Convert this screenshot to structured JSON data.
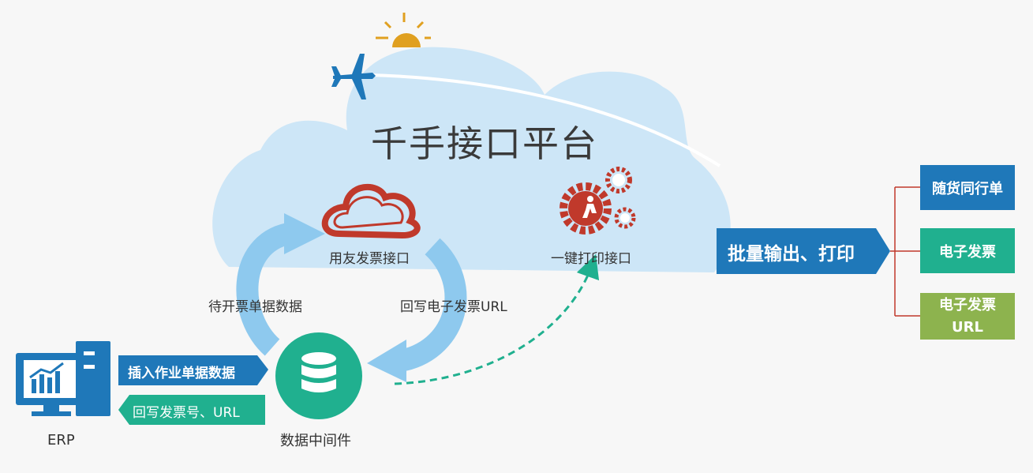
{
  "title": "千手接口平台",
  "nodes": {
    "yonyou": "用友发票接口",
    "print": "一键打印接口",
    "middleware": "数据中间件",
    "erp": "ERP"
  },
  "flows": {
    "pending": "待开票单据数据",
    "writeback_url": "回写电子发票URL",
    "insert": "插入作业单据数据",
    "writeback_no": "回写发票号、URL"
  },
  "batch": "批量输出、打印",
  "outputs": {
    "delivery": "随货同行单",
    "einvoice": "电子发票",
    "einvoice_url_1": "电子发票",
    "einvoice_url_2": "URL"
  },
  "colors": {
    "cloud": "#cde6f7",
    "arrow_blue": "#8ec9ee",
    "accent_blue": "#1f78b9",
    "teal": "#20b08f",
    "olive": "#8db34e",
    "red": "#c0392b",
    "sun": "#e0a020"
  }
}
